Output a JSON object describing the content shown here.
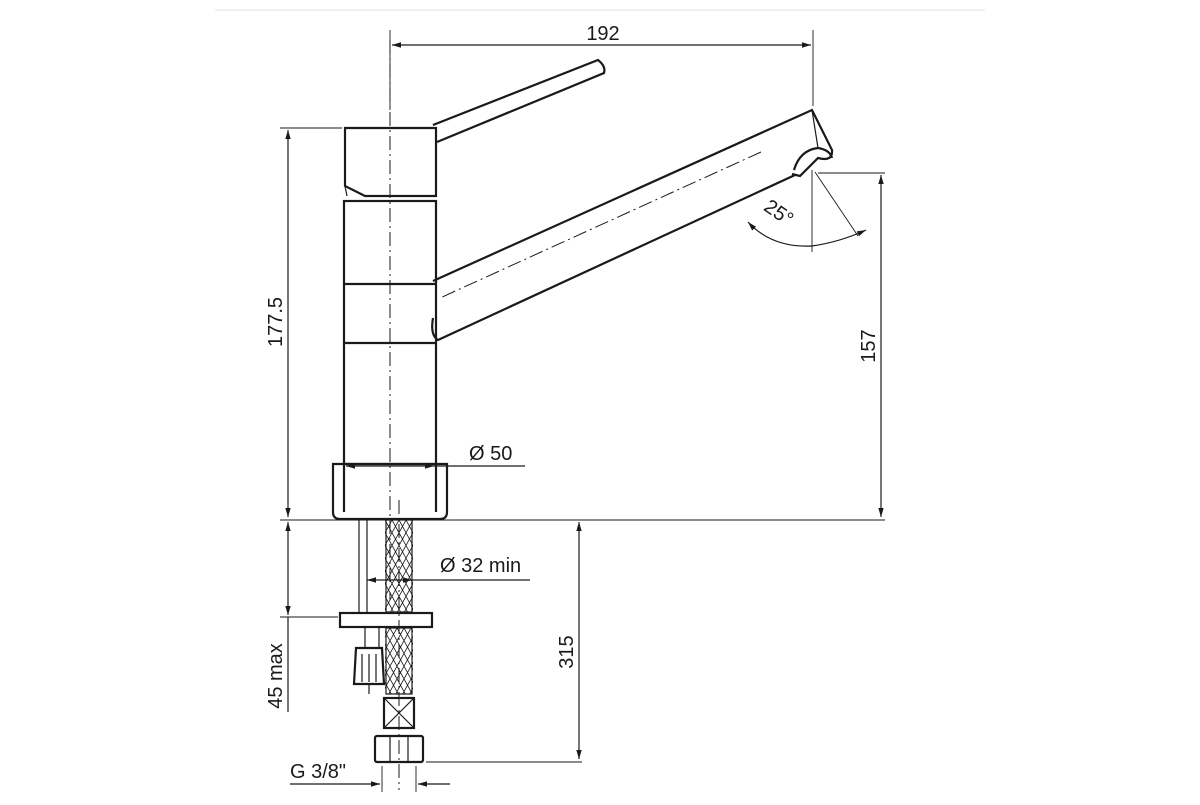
{
  "dimensions": {
    "spout_reach": "192",
    "total_height": "177.5",
    "outlet_height": "157",
    "body_diameter": "Ø 50",
    "hole_diameter": "Ø 32 min",
    "hose_length": "315",
    "counter_thickness": "45 max",
    "thread": "G 3/8\"",
    "spout_angle": "25°"
  },
  "colors": {
    "ink": "#1a1a1a",
    "paper": "#ffffff",
    "frame_line": "#e6e6e6"
  }
}
